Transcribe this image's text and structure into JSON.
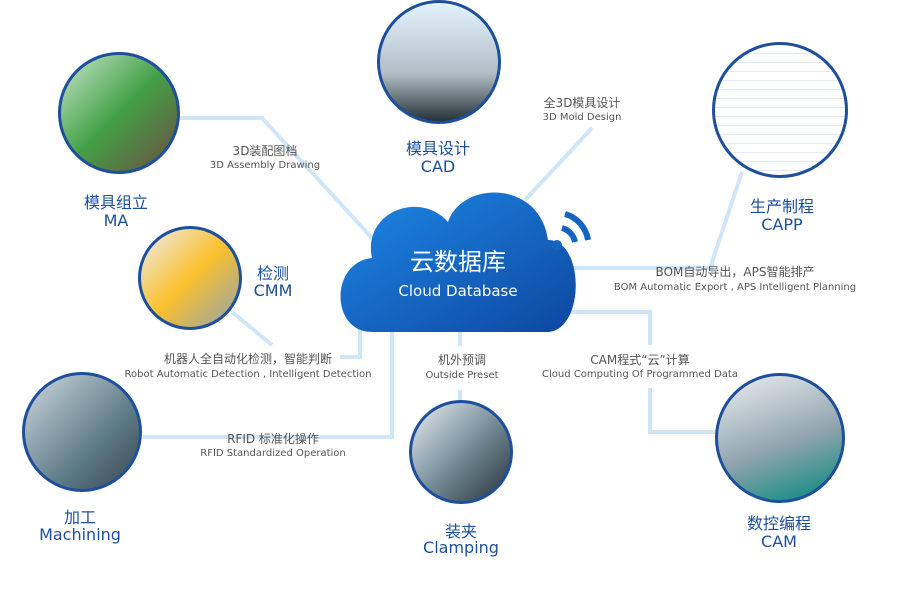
{
  "center": {
    "zh": "云数据库",
    "en": "Cloud Database"
  },
  "nodes": {
    "ma": {
      "zh": "模具组立",
      "en": "MA"
    },
    "cad": {
      "zh": "模具设计",
      "en": "CAD"
    },
    "capp": {
      "zh": "生产制程",
      "en": "CAPP"
    },
    "cmm": {
      "zh": "检测",
      "en": "CMM"
    },
    "machining": {
      "zh": "加工",
      "en": "Machining"
    },
    "clamping": {
      "zh": "装夹",
      "en": "Clamping"
    },
    "cam": {
      "zh": "数控编程",
      "en": "CAM"
    }
  },
  "links": {
    "assembly": {
      "zh": "3D装配图档",
      "en": "3D Assembly Drawing"
    },
    "mold": {
      "zh": "全3D模具设计",
      "en": "3D Mold Design"
    },
    "bom": {
      "zh": "BOM自动导出，APS智能排产",
      "en": "BOM Automatic Export , APS Intelligent Planning"
    },
    "robot": {
      "zh": "机器人全自动化检测，智能判断",
      "en": "Robot Automatic Detection , Intelligent Detection"
    },
    "preset": {
      "zh": "机外预调",
      "en": "Outside Preset"
    },
    "camcloud": {
      "zh": "CAM程式“云”计算",
      "en": "Cloud Computing Of Programmed Data"
    },
    "rfid": {
      "zh": "RFID 标准化操作",
      "en": "RFID Standardized Operation"
    }
  },
  "colors": {
    "primary": "#1d4f9c",
    "line": "#cfe6f8",
    "cloud": "#1565c0"
  }
}
